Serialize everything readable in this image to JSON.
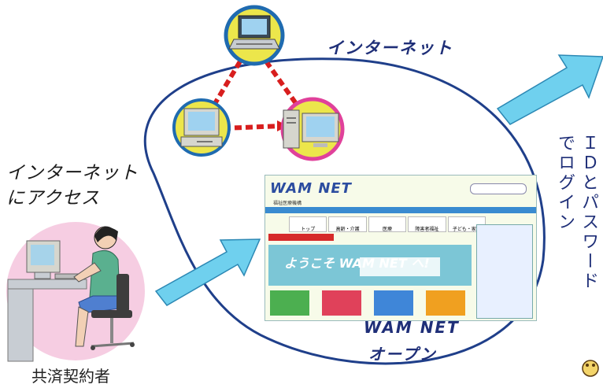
{
  "labels": {
    "internet": "インターネット",
    "access_line1": "インターネット",
    "access_line2": "にアクセス",
    "login_col1": "でログイン",
    "login_col2": "ＩＤとパスワード",
    "open_line1": "WAM NET",
    "open_line2": "オープン",
    "user": "共済契約者"
  },
  "wam_screenshot": {
    "logo": "WAM NET",
    "tagline": "福祉医療機構",
    "nav": [
      "トップ",
      "高齢・介護",
      "医療",
      "障害者福祉",
      "子ども・家庭"
    ],
    "hero_title": "ようこそ WAM NET へ!"
  },
  "colors": {
    "text_blue": "#1f2f78",
    "arrow_cyan": "#6fd0ee",
    "ellipse": "#1f3f8a",
    "dashed_link": "#d81e1e",
    "node_ring_blue": "#1f6bb0",
    "node_fill_yellow": "#ece64b",
    "node_ring_pink": "#e0419b",
    "person_circle": "#f6cde2"
  },
  "icons": [
    "laptop-icon",
    "desktop-computer-icon",
    "tower-computer-icon",
    "person-at-computer-icon",
    "arrow-icon",
    "logo-fragment-icon"
  ]
}
